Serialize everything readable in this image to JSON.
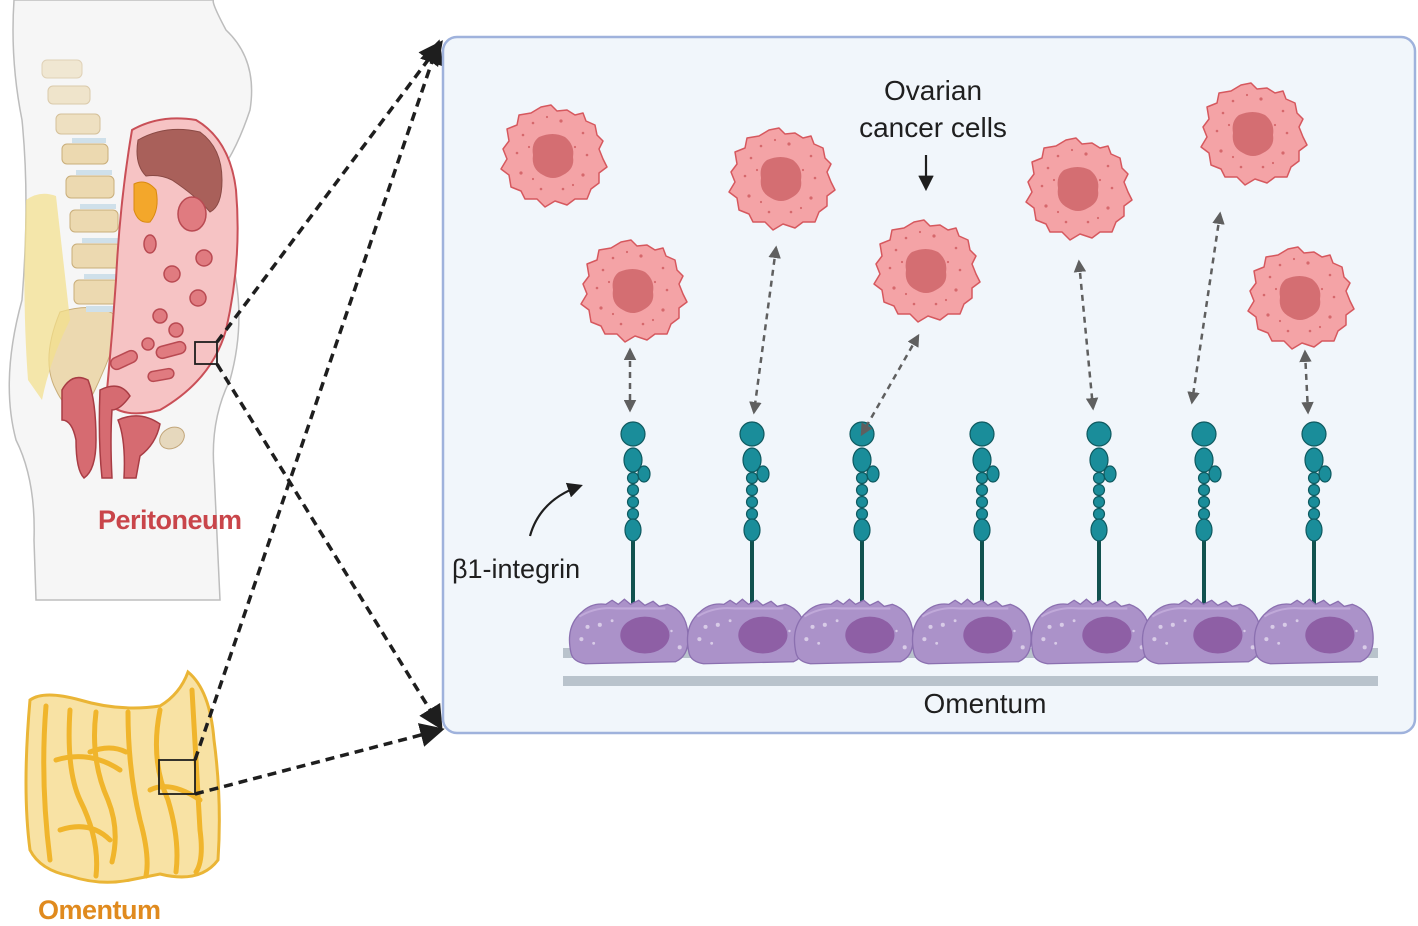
{
  "figure": {
    "left_panel": {
      "peritoneum_label": "Peritoneum",
      "omentum_label": "Omentum",
      "colors": {
        "peritoneum_label": "#c9454a",
        "omentum_label": "#e08a1e"
      }
    },
    "zoom_panel": {
      "cancer_cells_label": "Ovarian\ncancer cells",
      "cancer_cells_label_line1": "Ovarian",
      "cancer_cells_label_line2": "cancer cells",
      "integrin_label": "β1-integrin",
      "omentum_label": "Omentum",
      "colors": {
        "panel_background": "#f1f6fb",
        "panel_border": "#9fb2dc",
        "cancer_cell": "#f4a3a6",
        "cancer_nucleus": "#d46e72",
        "integrin": "#1a8d9a",
        "integrin_stalk": "#11524f",
        "mesothelial_cell": "#ab92c9",
        "mesothelial_nucleus": "#8e5fa5",
        "basement": "#b9c3cc"
      },
      "cancer_cell_count": 7,
      "integrin_count": 7,
      "mesothelial_cell_count": 7
    }
  }
}
